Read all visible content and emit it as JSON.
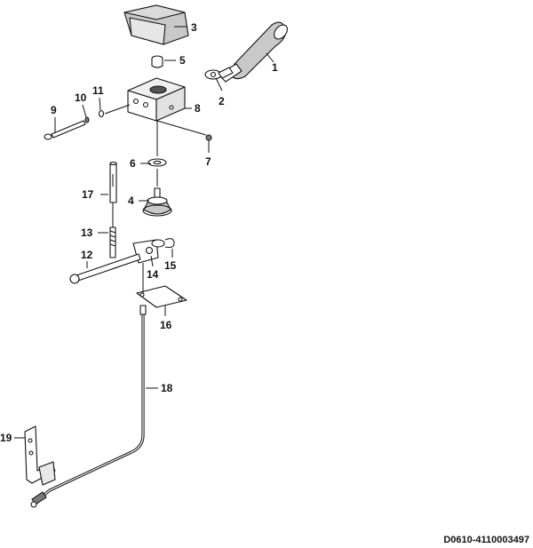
{
  "diagram": {
    "drawing_code": "D0610-4110003497",
    "callouts": [
      "1",
      "2",
      "3",
      "4",
      "5",
      "6",
      "7",
      "8",
      "9",
      "10",
      "11",
      "12",
      "13",
      "14",
      "15",
      "16",
      "17",
      "18",
      "19"
    ]
  }
}
